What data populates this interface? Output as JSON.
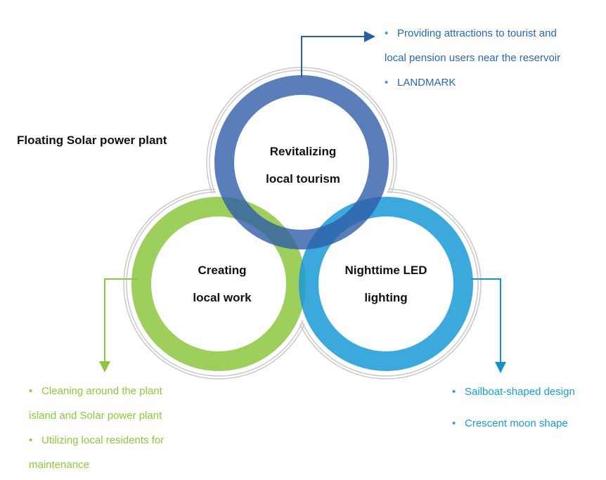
{
  "title": "Floating Solar power plant",
  "circles": {
    "top": {
      "line1": "Revitalizing",
      "line2": "local tourism",
      "color": "#2f5ea8"
    },
    "left": {
      "line1": "Creating",
      "line2": "local work",
      "color": "#8dc63f"
    },
    "right": {
      "line1": "Nighttime LED",
      "line2": "lighting",
      "color": "#1a9ad6"
    }
  },
  "notes": {
    "top": {
      "item1_line1": "Providing attractions to tourist and",
      "item1_line2": "local pension users near the reservoir",
      "item2": "LANDMARK"
    },
    "left": {
      "item1_line1": "Cleaning around the plant",
      "item1_line2": "island and Solar power plant",
      "item2_line1": "Utilizing local residents for",
      "item2_line2": "maintenance"
    },
    "right": {
      "item1": "Sailboat-shaped design",
      "item2": "Crescent moon shape"
    }
  },
  "bullet": "•"
}
